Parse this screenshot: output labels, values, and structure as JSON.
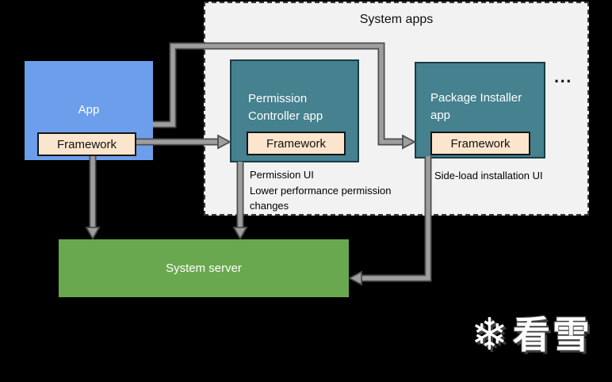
{
  "diagram": {
    "system_apps": {
      "label": "System apps"
    },
    "app": {
      "label": "App",
      "framework_label": "Framework"
    },
    "permission_controller": {
      "label": "Permission Controller app",
      "framework_label": "Framework",
      "annotation_lines": [
        "Permission UI",
        "Lower performance permission changes"
      ]
    },
    "package_installer": {
      "label": "Package Installer app",
      "framework_label": "Framework",
      "annotation": "Side-load installation UI"
    },
    "system_server": {
      "label": "System server"
    },
    "ellipsis": "...",
    "colors": {
      "background": "#000000",
      "container_fill": "#f2f2f2",
      "app_fill": "#6d9eeb",
      "system_app_fill": "#45818e",
      "server_fill": "#6aa84f",
      "framework_fill": "#fce5cd",
      "arrow": "#9e9e9e"
    }
  },
  "watermark": {
    "icon_glyph": "❄",
    "text": "看雪"
  }
}
